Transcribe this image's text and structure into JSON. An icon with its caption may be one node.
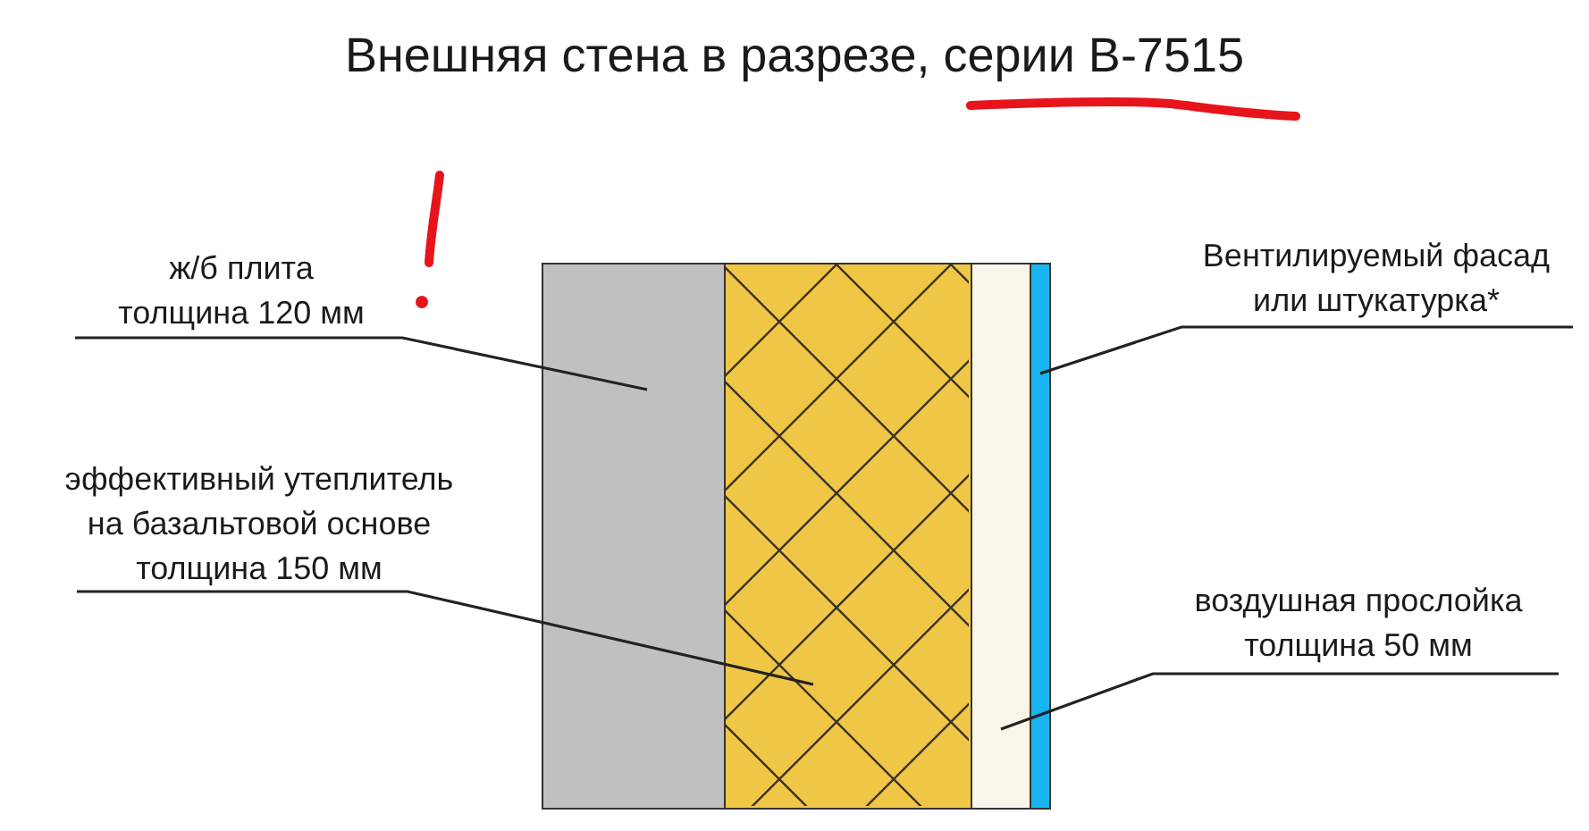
{
  "diagram": {
    "title": "Внешняя стена в разрезе, серии B-7515",
    "nodes": [
      {
        "text": [
          "ж/б плита толщина 120 мм"
        ]
      },
      {
        "text": [
          "эффективный утеплитель на базальтовой основе толщина 150 мм"
        ]
      },
      {
        "text": [
          "Вентилируемый фасад или штукатурка*"
        ]
      },
      {
        "text": [
          "воздушная прослойка толщина 50 мм"
        ]
      },
      {
        "text": [],
        "shape": "box"
      },
      {
        "text": [],
        "shape": "box"
      },
      {
        "text": [],
        "shape": "box"
      },
      {
        "text": [],
        "shape": "box"
      }
    ],
    "edges": [
      {
        "from": 0,
        "to": 4,
        "arrow": "none"
      },
      {
        "from": 1,
        "to": 5,
        "arrow": "none"
      },
      {
        "from": 2,
        "to": 7,
        "arrow": "none"
      },
      {
        "from": 3,
        "to": 6,
        "arrow": "none"
      }
    ]
  }
}
